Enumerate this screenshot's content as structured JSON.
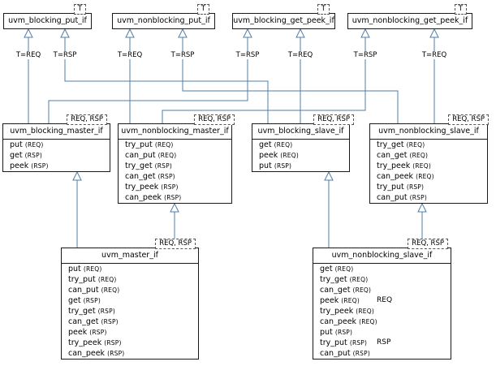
{
  "diagram": {
    "kind": "uml-class-diagram",
    "line_color": "#527da5",
    "box_border_color": "#1a1a1a"
  },
  "bindings": [
    "T=REQ",
    "T=RSP",
    "T=REQ",
    "T=RSP",
    "T=RSP",
    "T=REQ",
    "T=RSP",
    "T=REQ"
  ],
  "annotations": {
    "req_group": "REQ",
    "rsp_group": "RSP"
  },
  "classes": [
    {
      "name": "uvm_blocking_put_if",
      "template_params": "T",
      "members": []
    },
    {
      "name": "uvm_nonblocking_put_if",
      "template_params": "T",
      "members": []
    },
    {
      "name": "uvm_blocking_get_peek_if",
      "template_params": "T",
      "members": []
    },
    {
      "name": "uvm_nonblocking_get_peek_if",
      "template_params": "T",
      "members": []
    },
    {
      "name": "uvm_blocking_master_if",
      "template_params": "REQ, RSP",
      "members": [
        {
          "name": "put",
          "param": "(REQ)"
        },
        {
          "name": "get",
          "param": "(RSP)"
        },
        {
          "name": "peek",
          "param": "(RSP)"
        }
      ]
    },
    {
      "name": "uvm_nonblocking_master_if",
      "template_params": "REQ, RSP",
      "members": [
        {
          "name": "try_put",
          "param": "(REQ)"
        },
        {
          "name": "can_put",
          "param": "(REQ)"
        },
        {
          "name": "try_get",
          "param": "(RSP)"
        },
        {
          "name": "can_get",
          "param": "(RSP)"
        },
        {
          "name": "try_peek",
          "param": "(RSP)"
        },
        {
          "name": "can_peek",
          "param": "(RSP)"
        }
      ]
    },
    {
      "name": "uvm_blocking_slave_if",
      "template_params": "REQ, RSP",
      "members": [
        {
          "name": "get",
          "param": "(REQ)"
        },
        {
          "name": "peek",
          "param": "(REQ)"
        },
        {
          "name": "put",
          "param": "(RSP)"
        }
      ]
    },
    {
      "name": "uvm_nonblocking_slave_if",
      "template_params": "REQ, RSP",
      "members": [
        {
          "name": "try_get",
          "param": "(REQ)"
        },
        {
          "name": "can_get",
          "param": "(REQ)"
        },
        {
          "name": "try_peek",
          "param": "(REQ)"
        },
        {
          "name": "can_peek",
          "param": "(REQ)"
        },
        {
          "name": "try_put",
          "param": "(RSP)"
        },
        {
          "name": "can_put",
          "param": "(RSP)"
        }
      ]
    },
    {
      "name": "uvm_master_if",
      "template_params": "REQ, RSP",
      "members": [
        {
          "name": "put",
          "param": "(REQ)"
        },
        {
          "name": "try_put",
          "param": "(REQ)"
        },
        {
          "name": "can_put",
          "param": "(REQ)"
        },
        {
          "name": "get",
          "param": "(RSP)"
        },
        {
          "name": "try_get",
          "param": "(RSP)"
        },
        {
          "name": "can_get",
          "param": "(RSP)"
        },
        {
          "name": "peek",
          "param": "(RSP)"
        },
        {
          "name": "try_peek",
          "param": "(RSP)"
        },
        {
          "name": "can_peek",
          "param": "(RSP)"
        }
      ]
    },
    {
      "name": "uvm_nonblocking_slave_if",
      "template_params": "REQ, RSP",
      "members": [
        {
          "name": "get",
          "param": "(REQ)"
        },
        {
          "name": "try_get",
          "param": "(REQ)"
        },
        {
          "name": "can_get",
          "param": "(REQ)"
        },
        {
          "name": "peek",
          "param": "(REQ)"
        },
        {
          "name": "try_peek",
          "param": "(REQ)"
        },
        {
          "name": "can_peek",
          "param": "(REQ)"
        },
        {
          "name": "put",
          "param": "(RSP)"
        },
        {
          "name": "try_put",
          "param": "(RSP)"
        },
        {
          "name": "can_put",
          "param": "(RSP)"
        }
      ]
    }
  ]
}
